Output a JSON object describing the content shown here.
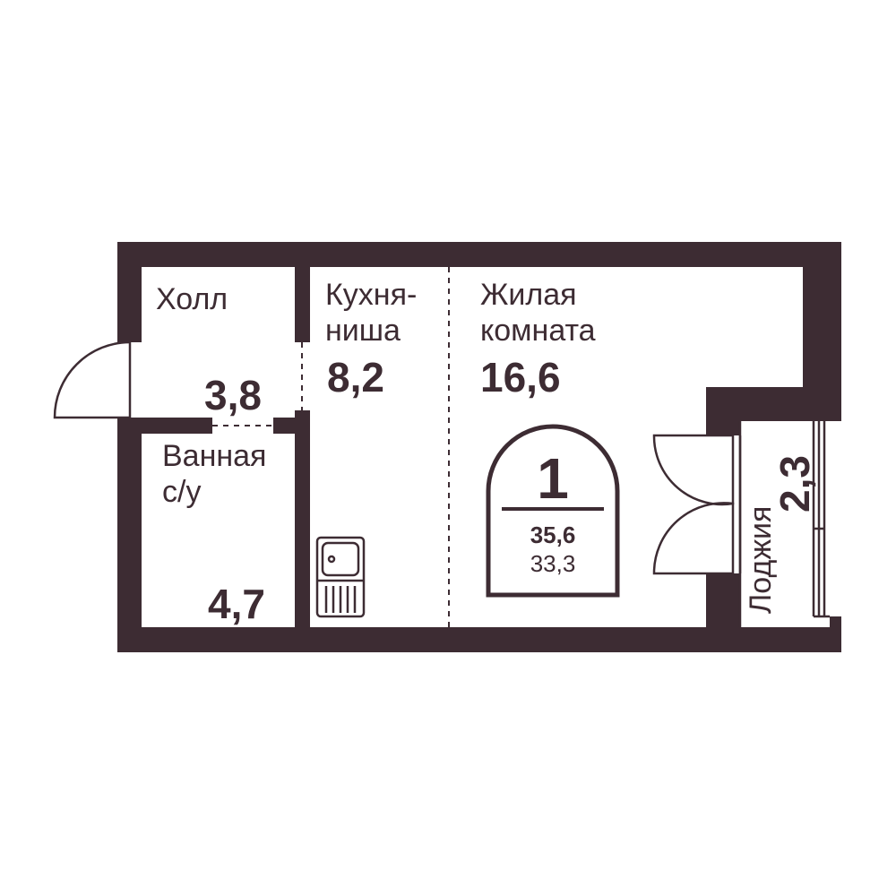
{
  "colors": {
    "wall": "#3d2c33",
    "background": "#ffffff"
  },
  "rooms": {
    "hall": {
      "name": "Холл",
      "area": "3,8"
    },
    "kitchen": {
      "name_line1": "Кухня-",
      "name_line2": "ниша",
      "area": "8,2"
    },
    "living": {
      "name_line1": "Жилая",
      "name_line2": "комната",
      "area": "16,6"
    },
    "bathroom": {
      "name_line1": "Ванная",
      "name_line2": "с/у",
      "area": "4,7"
    },
    "loggia": {
      "name": "Лоджия",
      "area": "2,3"
    }
  },
  "badge": {
    "rooms_count": "1",
    "total_area": "35,6",
    "living_area": "33,3"
  },
  "icons": {
    "sink": "sink-icon",
    "stove": "stove-icon"
  }
}
